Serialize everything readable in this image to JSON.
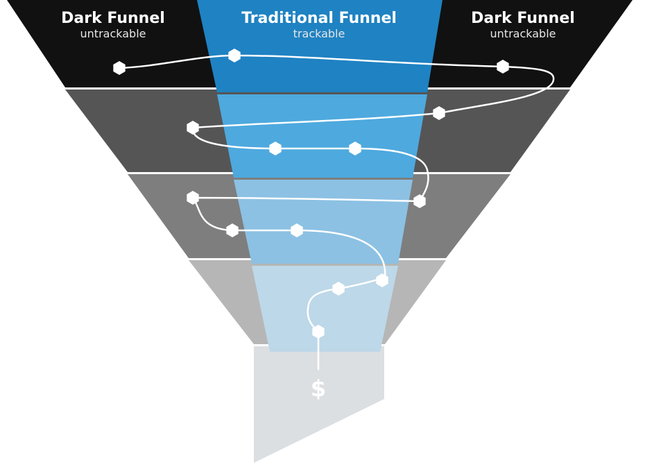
{
  "left_funnel": {
    "title": "Dark Funnel",
    "subtitle": "untrackable"
  },
  "center_funnel": {
    "title": "Traditional Funnel",
    "subtitle": "trackable"
  },
  "right_funnel": {
    "title": "Dark Funnel",
    "subtitle": "untrackable"
  },
  "outcome": {
    "symbol": "$"
  }
}
